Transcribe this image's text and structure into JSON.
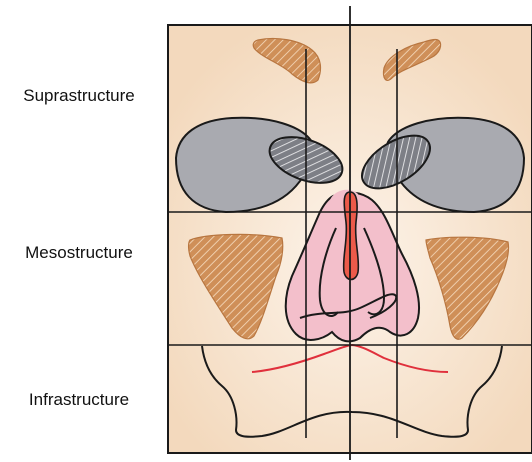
{
  "labels": {
    "suprastructure": "Suprastructure",
    "mesostructure": "Mesostructure",
    "infrastructure": "Infrastructure"
  },
  "colors": {
    "background_panel": "#f5dfc6",
    "grid_lines": "#1a1a1a",
    "orbit_gray": "#a9aab0",
    "hatch_brown": "#cd8c55",
    "nasal_pink": "#f3bfcb",
    "septum_red": "#ec5a4a",
    "lip_line_red": "#e0303c"
  },
  "icons": {
    "supra_regions": "frontal-sinus-hatched-shapes",
    "orbits": "orbit-shapes",
    "meso_regions": "maxillary-sinus-hatched-shapes",
    "nasal_cavity": "nasal-cavity-shape",
    "mouth": "lip-line"
  }
}
